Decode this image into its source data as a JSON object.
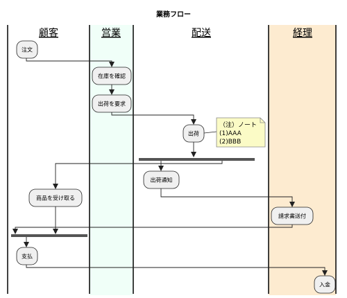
{
  "title": "業務フロー",
  "colors": {
    "lane_sales": "#f0fff8",
    "lane_accounting": "#fdebd0",
    "activity_fill": "#f0f0f0",
    "note_fill": "#fbfbc6",
    "line": "#222222",
    "bar": "#555555"
  },
  "lanes": {
    "customer": "顧客",
    "sales": "営業",
    "delivery": "配送",
    "accounting": "経理"
  },
  "activities": {
    "order": "注文",
    "check_stock": "在庫を確認",
    "request_shipment": "出荷を要求",
    "ship": "出荷",
    "ship_notice": "出荷通知",
    "receive_goods": "商品を受け取る",
    "send_invoice": "請求書送付",
    "pay": "支払",
    "deposit": "入金"
  },
  "note": {
    "line1": "（注）ノート",
    "line2": "(1)AAA",
    "line3": "(2)BBB"
  }
}
